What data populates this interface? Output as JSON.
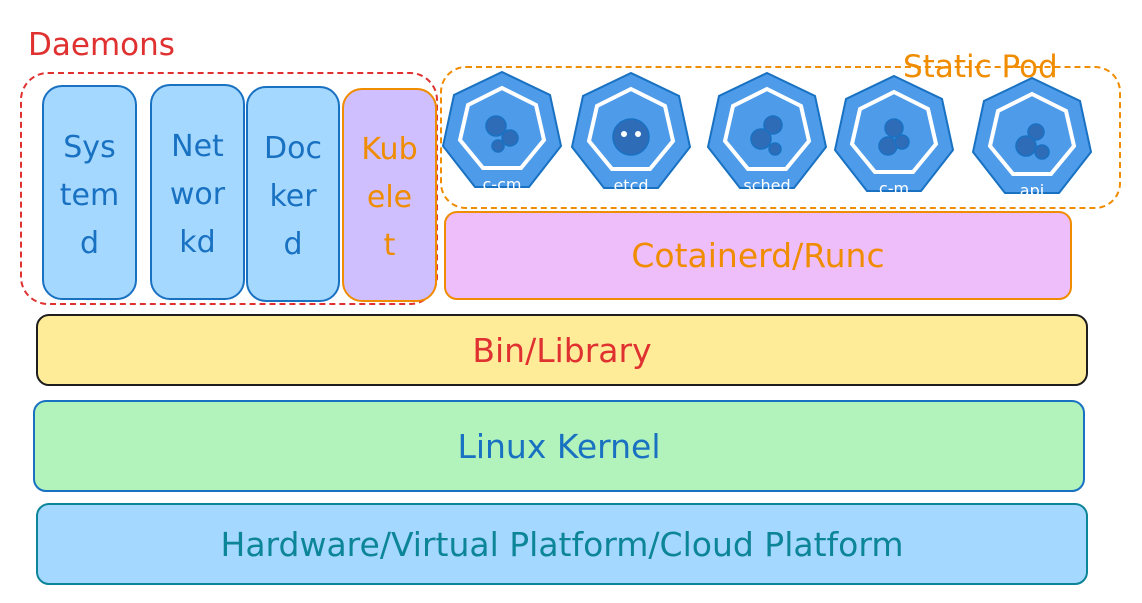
{
  "groups": {
    "daemons": "Daemons",
    "static_pod": "Static Pod"
  },
  "daemons": [
    {
      "id": "systemd",
      "label": "Sys\ntem\nd"
    },
    {
      "id": "networkd",
      "label": "Net\nwor\nkd"
    },
    {
      "id": "dockerd",
      "label": "Doc\nker\nd"
    },
    {
      "id": "kubelet",
      "label": "Kub\nele\nt"
    }
  ],
  "static_pods": [
    {
      "id": "kube-cloud-controller-manager",
      "label": "c-cm",
      "icon": "k8s-component-icon"
    },
    {
      "id": "etcd",
      "label": "etcd",
      "icon": "k8s-etcd-icon"
    },
    {
      "id": "kube-scheduler",
      "label": "sched",
      "icon": "k8s-component-icon"
    },
    {
      "id": "kube-controller-manager",
      "label": "c-m",
      "icon": "k8s-component-icon"
    },
    {
      "id": "kube-apiserver",
      "label": "api",
      "icon": "k8s-component-icon"
    }
  ],
  "layers": {
    "container_runtime": "Cotainerd/Runc",
    "bin_library": "Bin/Library",
    "kernel": "Linux Kernel",
    "hardware": "Hardware/Virtual Platform/Cloud Platform"
  },
  "colors": {
    "red": "#e03131",
    "orange": "#f08c00",
    "blue": "#1971c2",
    "teal": "#0c8599",
    "light_blue": "#a5d8ff",
    "violet": "#d0bfff",
    "pink": "#eebefa",
    "yellow": "#ffec99",
    "green": "#b2f2bb",
    "k8s_blue": "#4e9bea"
  }
}
